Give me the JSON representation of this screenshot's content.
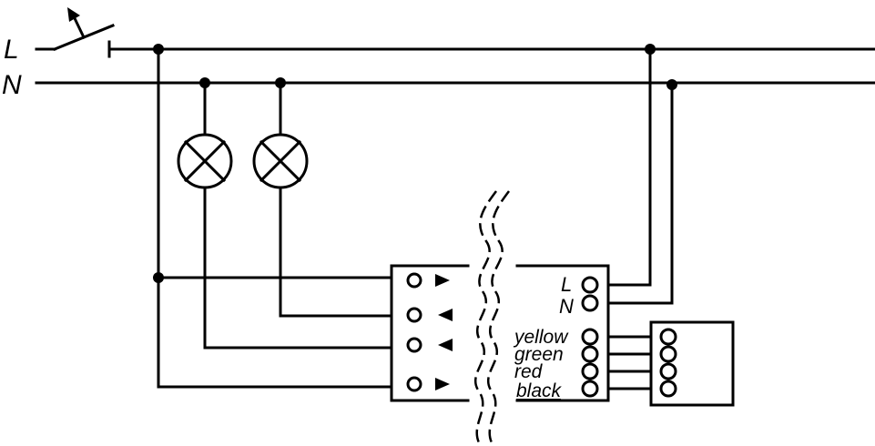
{
  "line_labels": {
    "live": "L",
    "neutral": "N"
  },
  "module_terminals": {
    "live": "L",
    "neutral": "N"
  },
  "wire_colors": [
    "yellow",
    "green",
    "red",
    "black"
  ]
}
